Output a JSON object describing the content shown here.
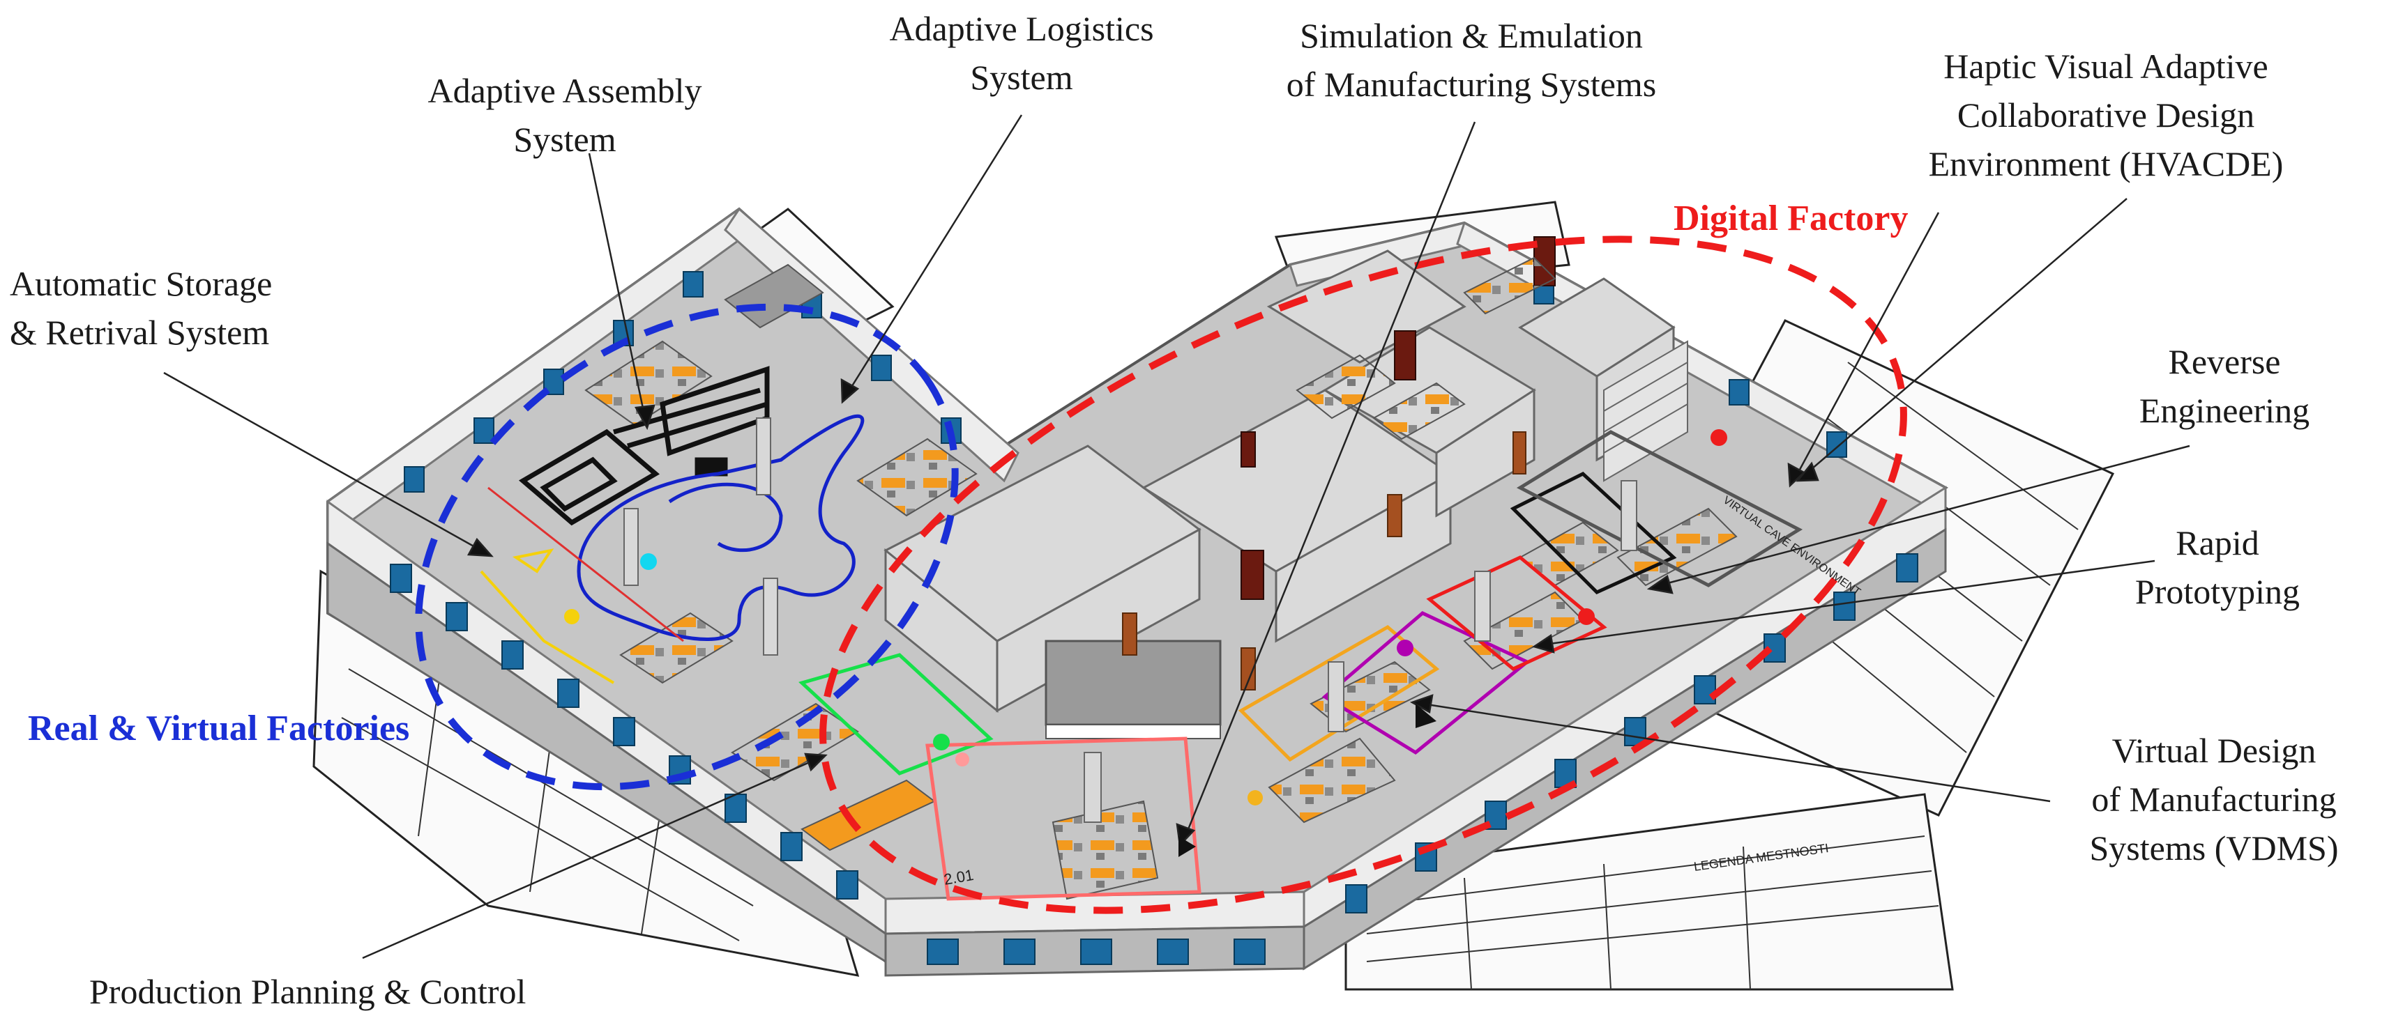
{
  "groups": {
    "real_virtual": {
      "label": "Real & Virtual Factories",
      "color": "#1a2fd6"
    },
    "digital": {
      "label": "Digital Factory",
      "color": "#ee1c1c"
    }
  },
  "labels": {
    "adaptive_logistics": [
      "Adaptive Logistics",
      "System"
    ],
    "adaptive_assembly": [
      "Adaptive Assembly",
      "System"
    ],
    "simulation": [
      "Simulation & Emulation",
      "of Manufacturing Systems"
    ],
    "haptic": [
      "Haptic Visual Adaptive",
      "Collaborative Design",
      "Environment (HVACDE)"
    ],
    "storage": [
      "Automatic Storage",
      "& Retrival  System"
    ],
    "reverse": [
      "Reverse",
      "Engineering"
    ],
    "rapid": [
      "Rapid",
      "Prototyping"
    ],
    "vdms": [
      "Virtual Design",
      "of Manufacturing",
      "Systems (VDMS)"
    ],
    "production": [
      "Production Planning & Control"
    ]
  },
  "floor_texts": {
    "room_number": "2.01",
    "virtual_cave": "VIRTUAL CAVE ENVIRONMENT",
    "legend": "LEGENDA MESTNOSTI"
  }
}
